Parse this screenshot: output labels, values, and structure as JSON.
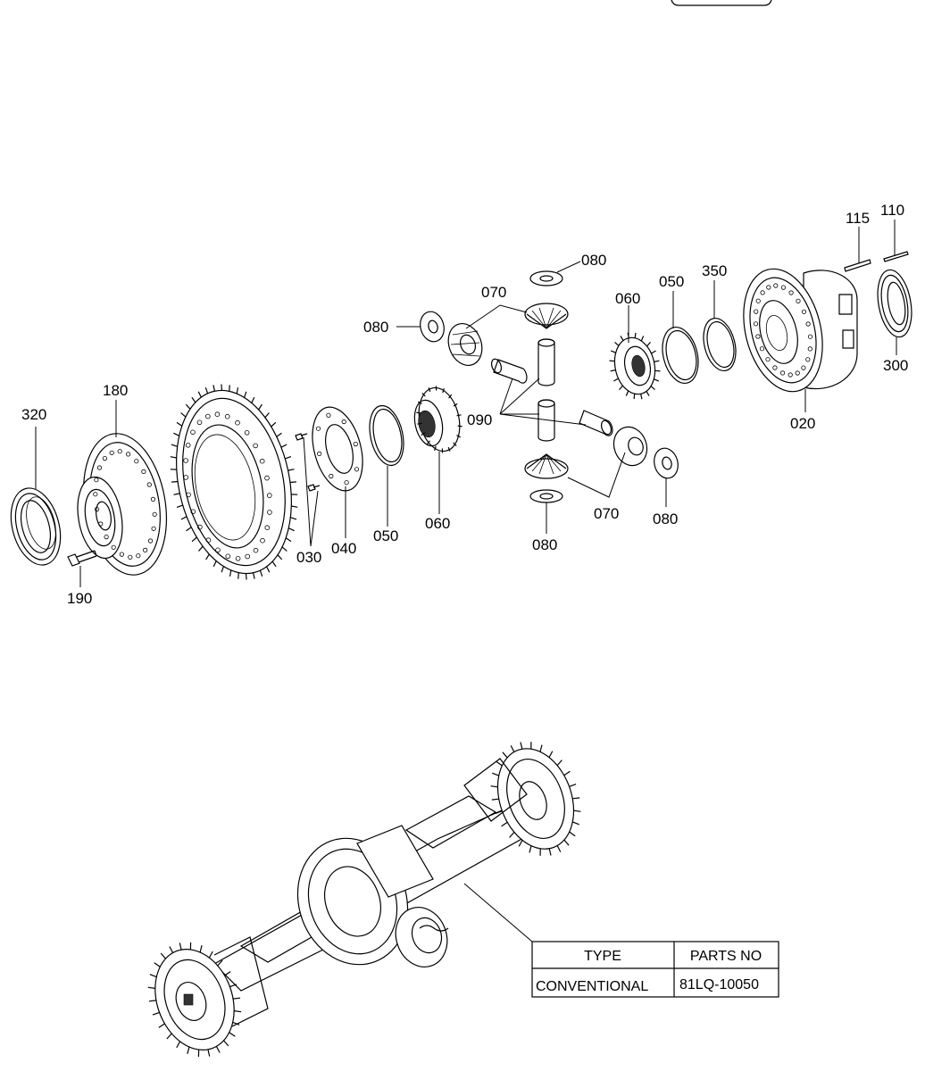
{
  "callouts": [
    "320",
    "180",
    "190",
    "030",
    "040",
    "050",
    "060",
    "080",
    "070",
    "090",
    "080",
    "070",
    "080",
    "080",
    "060",
    "050",
    "350",
    "020",
    "115",
    "110",
    "300"
  ],
  "table": {
    "headers": [
      "TYPE",
      "PARTS NO"
    ],
    "rows": [
      [
        "CONVENTIONAL",
        "81LQ-10050"
      ]
    ]
  }
}
